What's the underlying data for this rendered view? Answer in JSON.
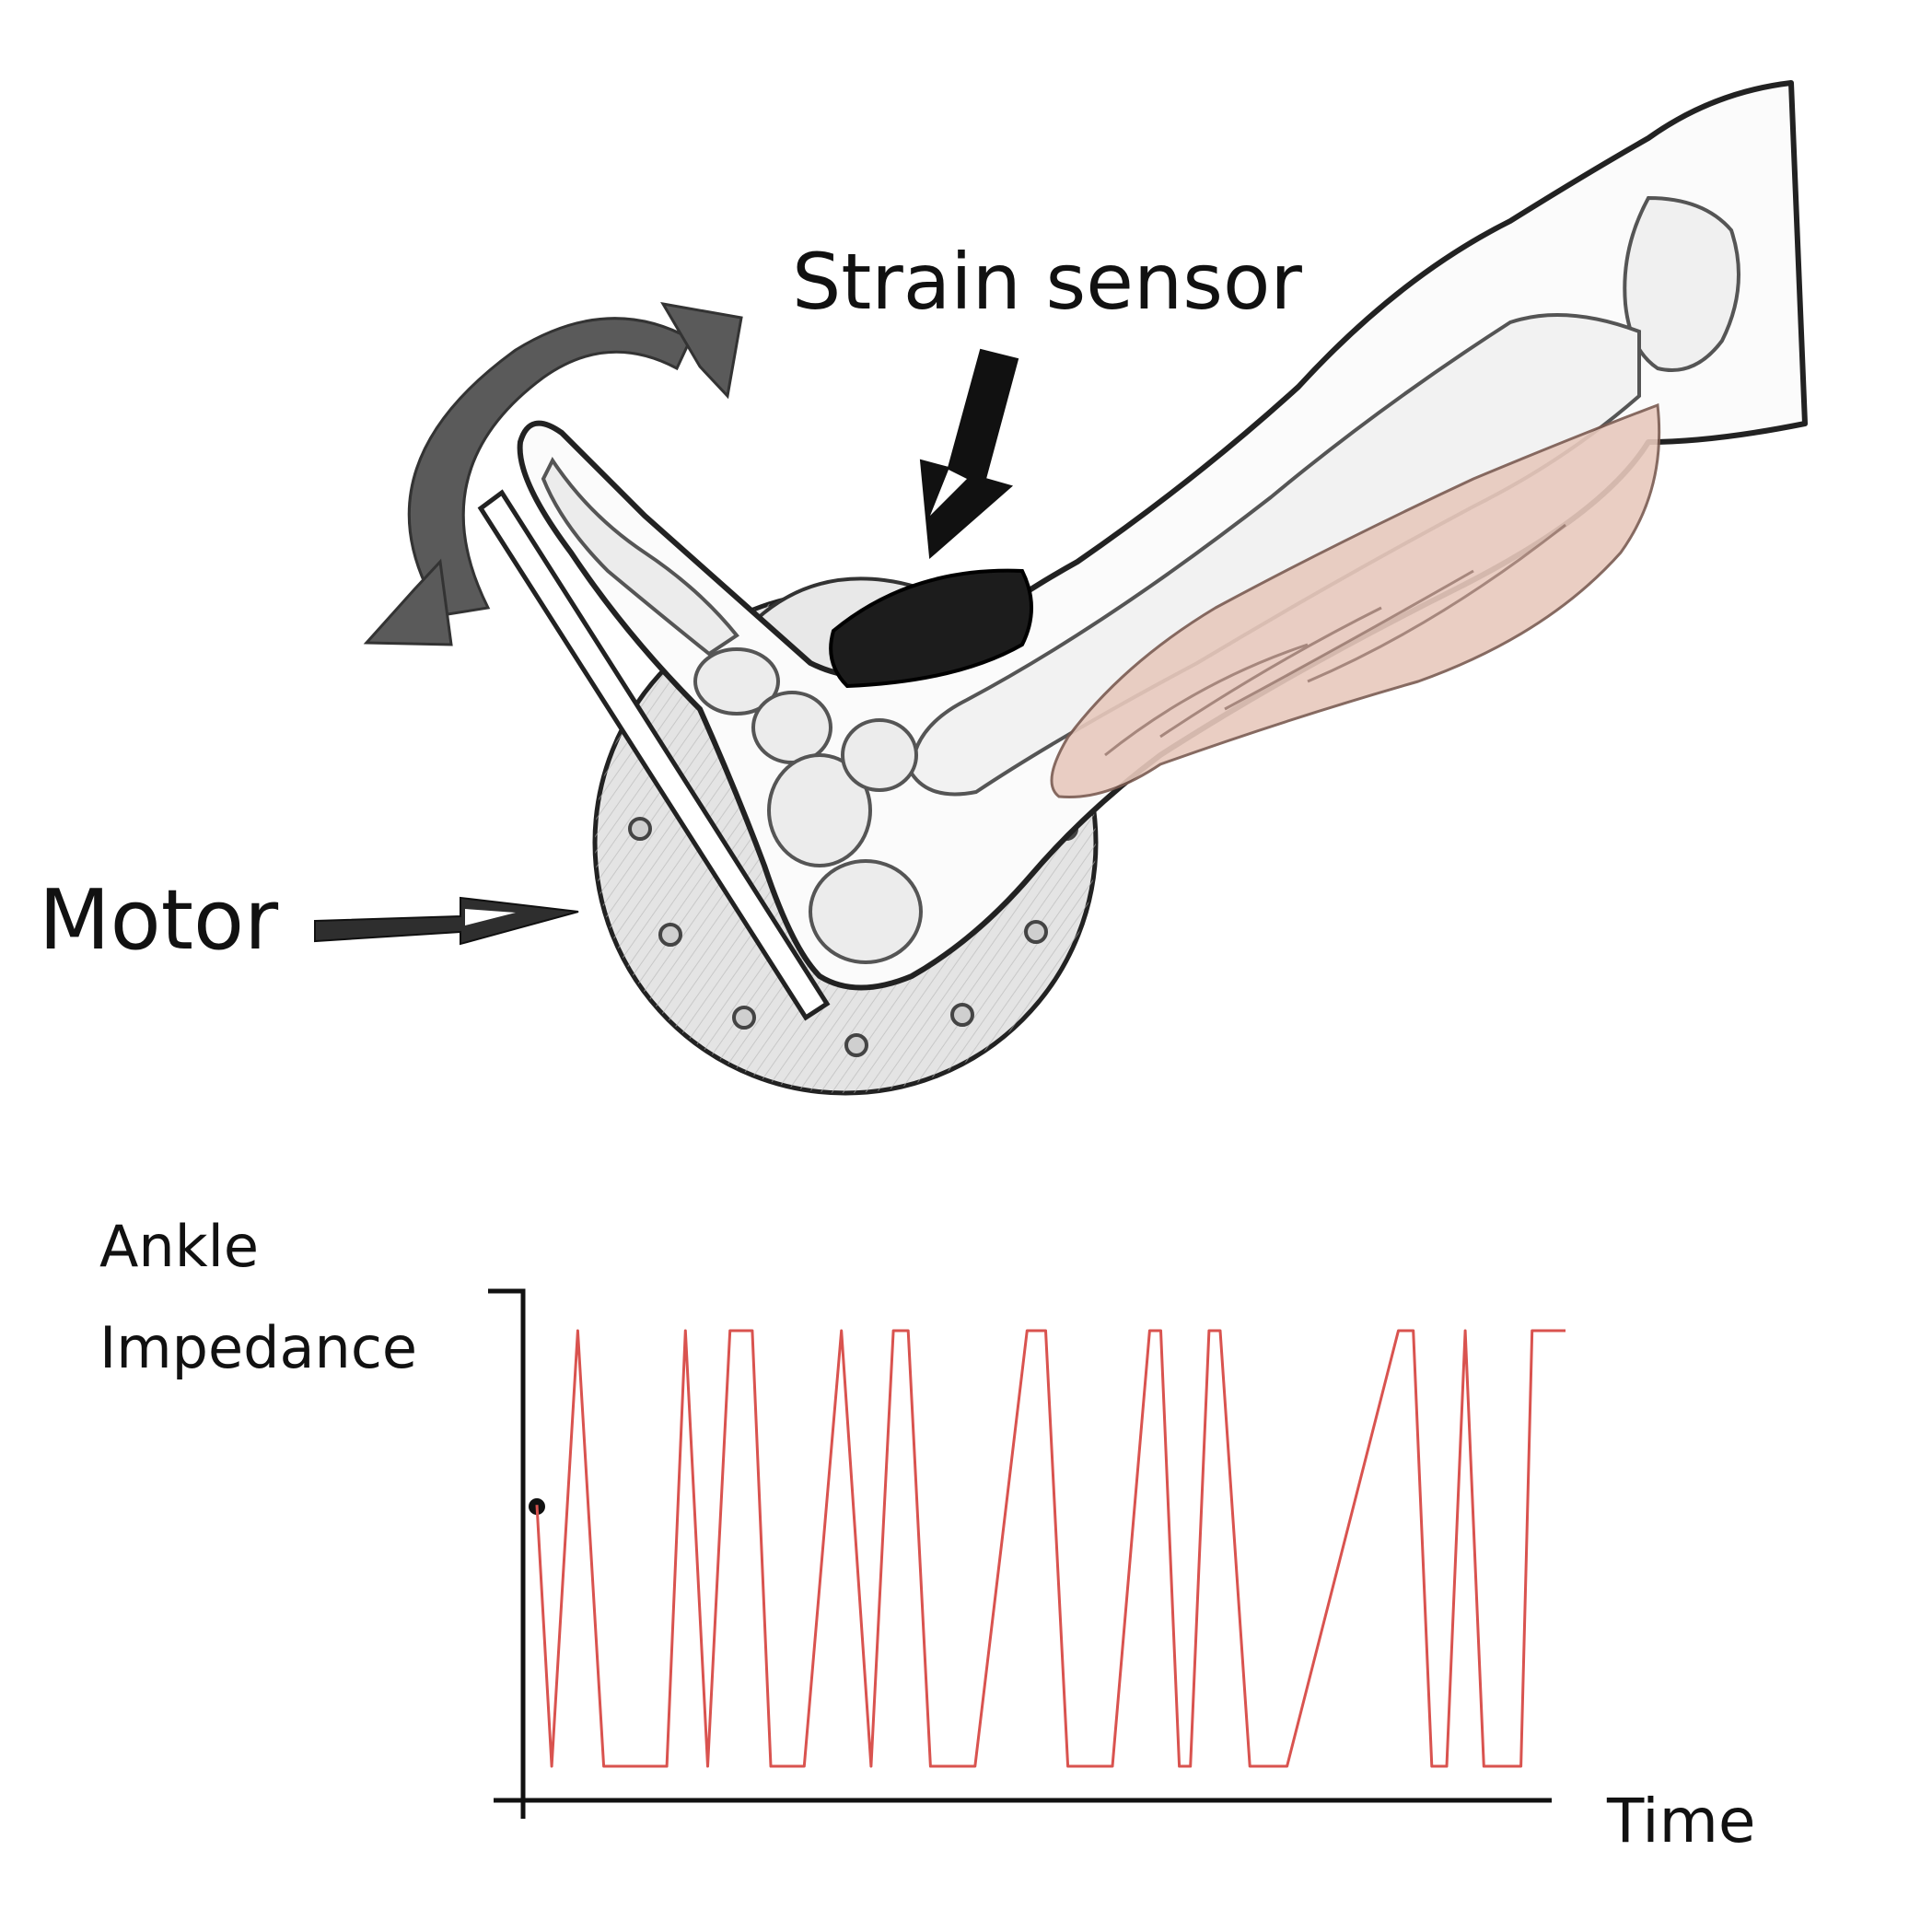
{
  "labels": {
    "strain_sensor": "Strain sensor",
    "motor": "Motor",
    "y_axis_line1": "Ankle",
    "y_axis_line2": "Impedance",
    "x_axis": "Time"
  },
  "colors": {
    "signal": "#d9534f",
    "ink": "#111111",
    "muscle": "#e8c9bd",
    "motor_fill": "#e4e4e4",
    "sensor": "#1c1c1c",
    "rotation_arrow": "#5a5a5a"
  },
  "chart_data": {
    "type": "line",
    "title": "",
    "xlabel": "Time",
    "ylabel": "Ankle Impedance",
    "y_levels": [
      "low",
      "high"
    ],
    "description_of_signal": "",
    "x": [
      0,
      4,
      11,
      18,
      35,
      40,
      46,
      52,
      58,
      63,
      72,
      82,
      90,
      96,
      100,
      106,
      118,
      132,
      137,
      143,
      155,
      165,
      168,
      173,
      176,
      181,
      184,
      192,
      202,
      232,
      236,
      241,
      245,
      250,
      255,
      265,
      268,
      277
    ],
    "y": [
      0.6,
      0,
      1,
      0,
      0,
      1,
      0,
      1,
      1,
      0,
      0,
      1,
      0,
      1,
      1,
      0,
      0,
      1,
      1,
      0,
      0,
      1,
      1,
      0,
      0,
      1,
      1,
      0,
      0,
      1,
      1,
      0,
      0,
      1,
      0,
      0,
      1,
      1
    ]
  }
}
